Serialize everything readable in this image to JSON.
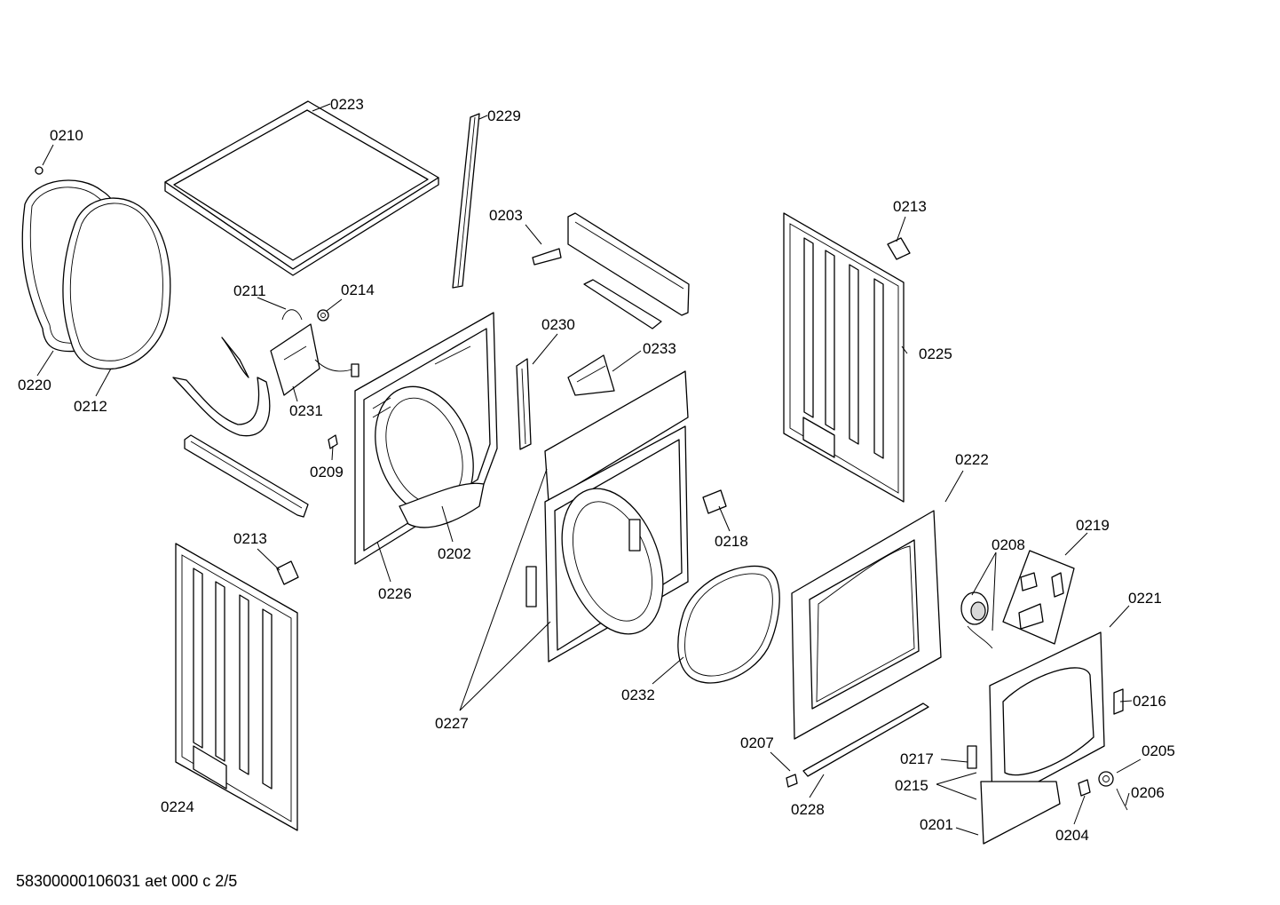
{
  "document_code": "58300000106031 aet 000 c 2/5",
  "labels": {
    "p0223": "0223",
    "p0229": "0229",
    "p0210": "0210",
    "p0203": "0203",
    "p0213a": "0213",
    "p0211": "0211",
    "p0214": "0214",
    "p0230": "0230",
    "p0233": "0233",
    "p0225": "0225",
    "p0220": "0220",
    "p0212": "0212",
    "p0231": "0231",
    "p0209": "0209",
    "p0222": "0222",
    "p0218": "0218",
    "p0213b": "0213",
    "p0202": "0202",
    "p0219": "0219",
    "p0208": "0208",
    "p0226": "0226",
    "p0221": "0221",
    "p0232": "0232",
    "p0216": "0216",
    "p0227": "0227",
    "p0207": "0207",
    "p0205": "0205",
    "p0217": "0217",
    "p0215": "0215",
    "p0206": "0206",
    "p0228": "0228",
    "p0224": "0224",
    "p0201": "0201",
    "p0204": "0204"
  }
}
